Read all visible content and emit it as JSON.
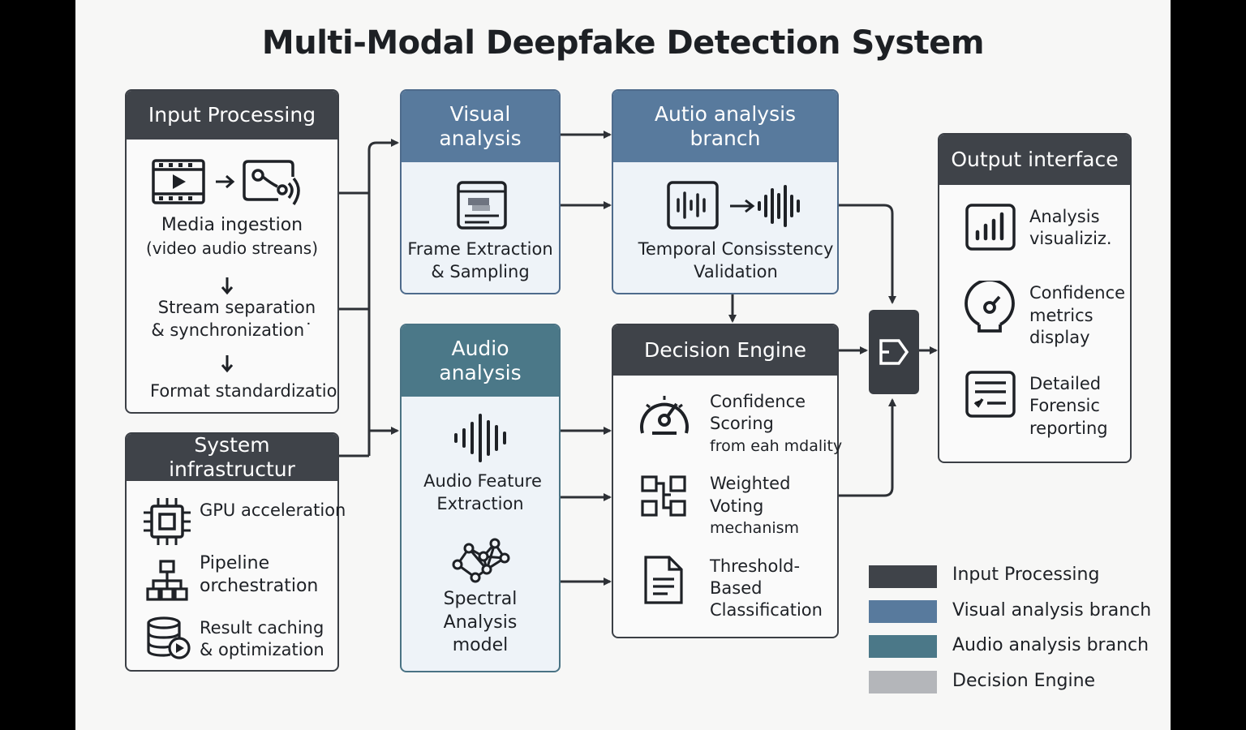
{
  "title": "Multi-Modal Deepfake Detection System",
  "input_processing": {
    "header": "Input Processing",
    "media_ingestion": "Media ingestion",
    "media_sub": "(video  audio streans)",
    "stream_sep_1": "Stream separation",
    "stream_sep_2": "& synchronization˙",
    "format": "Format standardizatio"
  },
  "infrastructure": {
    "header": "System infrastructur",
    "gpu": "GPU acceleration",
    "pipeline_1": "Pipeline",
    "pipeline_2": "orchestration",
    "cache_1": "Result caching",
    "cache_2": "& optimization"
  },
  "visual_analysis": {
    "header_1": "Visual",
    "header_2": "analysis",
    "frame_1": "Frame Extraction",
    "frame_2": "& Sampling"
  },
  "audio_branch": {
    "header_1": "Autio analysis",
    "header_2": "branch",
    "temporal_1": "Temporal Consisstency",
    "temporal_2": "Validation"
  },
  "audio_analysis": {
    "header_1": "Audio",
    "header_2": "analysis",
    "feature_1": "Audio Feature",
    "feature_2": "Extraction",
    "spectral_1": "Spectral",
    "spectral_2": "Analysis",
    "spectral_3": "model"
  },
  "decision_engine": {
    "header": "Decision Engine",
    "conf_1": "Confidence",
    "conf_2": "Scoring",
    "conf_3": "from eah mdality",
    "vote_1": "Weighted",
    "vote_2": "Voting",
    "vote_3": "mechanism",
    "thresh_1": "Threshold-",
    "thresh_2": "Based",
    "thresh_3": "Classification"
  },
  "output": {
    "header": "Output interface",
    "viz_1": "Analysis",
    "viz_2": "visualiziz.",
    "conf_1": "Confidence",
    "conf_2": "metrics",
    "conf_3": "display",
    "report_1": "Detailed",
    "report_2": "Forensic",
    "report_3": "reporting"
  },
  "legend": {
    "items": [
      {
        "label": "Input Processing",
        "color": "#3f4349"
      },
      {
        "label": "Visual analysis branch",
        "color": "#587a9d"
      },
      {
        "label": "Audio analysis branch",
        "color": "#4b7888"
      },
      {
        "label": "Decision Engine",
        "color": "#b4b6ba"
      }
    ]
  },
  "colors": {
    "dark": "#3f4349",
    "blue": "#587a9d",
    "teal": "#4b7888",
    "line": "#2d3035"
  },
  "icons": [
    "video-icon",
    "audio-wave-icon",
    "arrow-down-icon",
    "chip-icon",
    "hierarchy-icon",
    "database-icon",
    "frame-icon",
    "waveform-icon",
    "network-icon",
    "gauge-icon",
    "grid-icon",
    "document-icon",
    "bar-chart-icon",
    "meter-icon",
    "report-icon",
    "merge-icon"
  ]
}
